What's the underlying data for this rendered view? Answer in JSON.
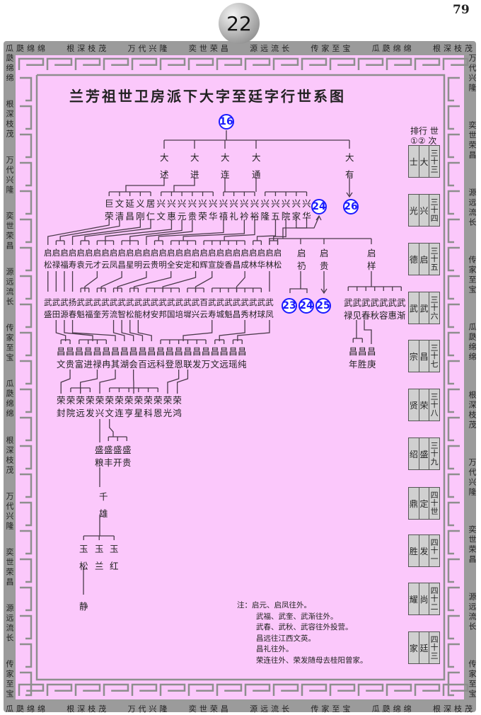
{
  "page_badge": "22",
  "page_number": "79",
  "title": "兰芳祖世卫房派下大字至廷字行世系图",
  "border": {
    "top": [
      "瓜瓞绵绵",
      "根深枝茂",
      "万代兴隆",
      "奕世荣昌",
      "源远流长",
      "传家至宝",
      "瓜瓞绵绵",
      "根深枝茂"
    ],
    "bottom": [
      "瓜瓞绵绵",
      "根深枝茂",
      "万代兴隆",
      "奕世荣昌",
      "源远流长",
      "传家至宝",
      "瓜瓞绵绵",
      "根深枝茂"
    ],
    "left": [
      "瓞绵绵",
      "根深枝茂",
      "万代兴隆",
      "奕世荣昌",
      "源远流长",
      "传家至宝",
      "瓜瓞绵绵",
      "根深枝茂",
      "万代兴隆",
      "奕世荣昌",
      "源远流长",
      "传家至宝"
    ],
    "right": [
      "万代兴隆",
      "奕世荣昌",
      "源远流长",
      "传家至宝",
      "瓜瓞绵绵",
      "根深枝茂",
      "万代兴隆",
      "奕世荣昌",
      "源远流长",
      "传家至宝"
    ]
  },
  "refs": {
    "top": "16",
    "r24a": "24",
    "r26": "26",
    "r23": "23",
    "r24b": "24",
    "r25": "25"
  },
  "generations": {
    "g33": [
      "大述",
      "大进",
      "大连",
      "大通"
    ],
    "g33b": [
      "大有"
    ],
    "g34": [
      "巨荣",
      "文清",
      "延昌",
      "义刚",
      "居仁",
      "兴文",
      "兴惠",
      "兴元",
      "兴贵",
      "兴荣",
      "兴华",
      "兴禧",
      "兴礼",
      "兴衿",
      "兴裕",
      "兴隆",
      "兴五",
      "兴院",
      "兴家",
      "兴华"
    ],
    "g35": [
      "启松",
      "启禄",
      "启福",
      "启寿",
      "启袁",
      "启元",
      "启才",
      "启云",
      "启凤",
      "启昌",
      "启星",
      "启明",
      "启云",
      "启贵",
      "启明",
      "启全",
      "启安",
      "启定",
      "启和",
      "启辉",
      "启宣",
      "启旋",
      "启香",
      "启昌",
      "启成",
      "启林",
      "启华",
      "启林",
      "启松"
    ],
    "g35b": [
      "启礽",
      "启贵",
      "启样"
    ],
    "g36": [
      "武盛",
      "武田",
      "武源",
      "扬春",
      "武魁",
      "武福",
      "武奎",
      "武芳",
      "武流",
      "武智",
      "武松",
      "武能",
      "武材",
      "武安",
      "武邦",
      "武国",
      "武培",
      "武墀",
      "武兴",
      "百云",
      "武寿",
      "武城",
      "武魁",
      "武昌",
      "武秀",
      "武材",
      "武球",
      "武凤"
    ],
    "g36b": [
      "武禄",
      "武见",
      "武春",
      "武秋",
      "武容",
      "武惠",
      "武渐"
    ],
    "g37": [
      "昌文",
      "昌贵",
      "昌富",
      "昌进",
      "昌禄",
      "昌冉",
      "昌其",
      "昌湖",
      "昌会",
      "昌百",
      "昌远",
      "昌科",
      "昌登",
      "昌恩",
      "昌联",
      "昌发",
      "昌万",
      "昌文",
      "昌远",
      "昌瑶",
      "昌纯"
    ],
    "g37b": [
      "昌年",
      "昌胜",
      "昌庚"
    ],
    "g38": [
      "荣封",
      "荣院",
      "荣远",
      "荣发",
      "荣兴",
      "荣文",
      "荣连",
      "荣亨",
      "荣星",
      "荣科",
      "荣恩",
      "荣光",
      "荣鸿"
    ],
    "g39": [
      "盛粮",
      "盛丰",
      "盛开",
      "盛贵"
    ],
    "g40": [
      "千雄"
    ],
    "g41": [
      "玉松",
      "玉兰",
      "玉红"
    ],
    "g42": [
      "静"
    ]
  },
  "legend": {
    "header_line1": "排行 世",
    "header_line2": "①② 次",
    "rows": [
      {
        "c1": "士",
        "c2": "大",
        "gen": "三十三"
      },
      {
        "c1": "光",
        "c2": "兴",
        "gen": "三十四"
      },
      {
        "c1": "德",
        "c2": "启",
        "gen": "三十五"
      },
      {
        "c1": "武",
        "c2": "武",
        "gen": "三十六"
      },
      {
        "c1": "宗",
        "c2": "昌",
        "gen": "三十七"
      },
      {
        "c1": "贤",
        "c2": "荣",
        "gen": "三十八"
      },
      {
        "c1": "绍",
        "c2": "盛",
        "gen": "三十九"
      },
      {
        "c1": "鼎",
        "c2": "定",
        "gen": "四十世"
      },
      {
        "c1": "胜",
        "c2": "发",
        "gen": "四十一"
      },
      {
        "c1": "耀",
        "c2": "尚",
        "gen": "四十二"
      },
      {
        "c1": "家",
        "c2": "廷",
        "gen": "四十三"
      }
    ]
  },
  "notes": {
    "label": "注：",
    "lines": [
      "启元、启凤往外。",
      "武福、武奎、武渐往外。",
      "武春、武秋、武容往外投营。",
      "昌远往江西文英。",
      "昌礼往外。",
      "荣连往外、荣发随母去桂阳曾家。"
    ]
  },
  "colors": {
    "page_pink": "#fbc8fb",
    "frame_gray": "#9b9b9b",
    "ref_blue": "#1a1aff"
  }
}
